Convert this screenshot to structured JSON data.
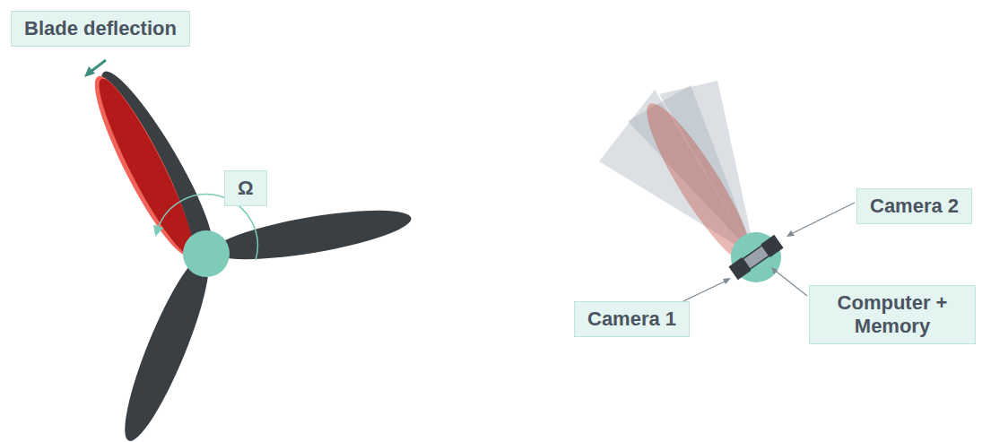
{
  "diagram": {
    "nodes": [
      {
        "text": [
          "Blade deflection"
        ]
      },
      {
        "text": [
          "Ω"
        ]
      },
      {
        "text": [
          "Camera 2"
        ]
      },
      {
        "text": [
          "Camera 1"
        ]
      },
      {
        "text": [
          "Computer + Memory"
        ]
      }
    ]
  }
}
